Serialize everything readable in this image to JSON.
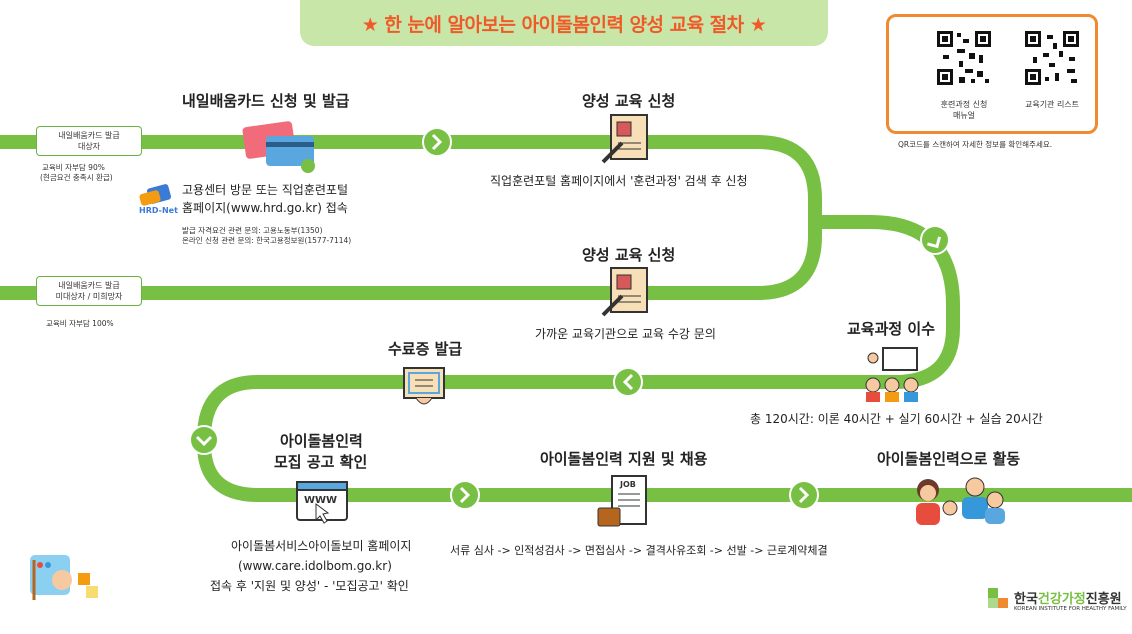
{
  "title": "★ 한 눈에 알아보는 아이돌봄인력 양성 교육 절차 ★",
  "colors": {
    "track": "#77c043",
    "accent": "#f05a28",
    "title_bg": "#c8e6a8",
    "qr_border": "#f08a30"
  },
  "entry1": {
    "line1": "내일배움카드 발급",
    "line2": "대상자",
    "note1": "교육비 자부담 90%",
    "note2": "(현금요건 충족시 환급)"
  },
  "entry2": {
    "line1": "내일배움카드 발급",
    "line2": "미대상자 / 미희망자",
    "note1": "교육비 자부담 100%"
  },
  "steps": {
    "card": {
      "title": "내일배움카드 신청 및 발급",
      "desc1": "고용센터 방문 또는 직업훈련포털",
      "desc2": "홈페이지(www.hrd.go.kr) 접속",
      "note1": "발급 자격요건 관련 문의: 고용노동부(1350)",
      "note2": "온라인 신청 관련 문의: 한국고용정보원(1577-7114)",
      "logo": "HRD-Net"
    },
    "apply1": {
      "title": "양성 교육 신청",
      "desc": "직업훈련포털 홈페이지에서 '훈련과정' 검색 후 신청"
    },
    "apply2": {
      "title": "양성 교육 신청",
      "desc": "가까운 교육기관으로 교육 수강 문의"
    },
    "course": {
      "title": "교육과정 이수",
      "desc": "총 120시간: 이론 40시간 + 실기 60시간 + 실습 20시간"
    },
    "cert": {
      "title": "수료증 발급"
    },
    "recruit": {
      "title1": "아이돌봄인력",
      "title2": "모집 공고 확인",
      "desc1": "아이돌봄서비스아이돌보미 홈페이지",
      "desc2": "(www.care.idolbom.go.kr)",
      "desc3": "접속 후 '지원 및 양성' - '모집공고' 확인"
    },
    "hire": {
      "title": "아이돌봄인력 지원 및 채용",
      "desc": "서류 심사 -> 인적성검사 -> 면접심사 -> 결격사유조회 -> 선발 -> 근로계약체결",
      "job": "JOB"
    },
    "active": {
      "title": "아이돌봄인력으로 활동"
    }
  },
  "qr": {
    "label1a": "훈련과정 신청",
    "label1b": "매뉴얼",
    "label2": "교육기관 리스트",
    "note": "QR코드를 스캔하여 자세한 정보를 확인해주세요."
  },
  "org": {
    "name_a": "한국",
    "name_b": "건강가정",
    "name_c": "진흥원",
    "sub": "KOREAN INSTITUTE FOR HEALTHY FAMILY"
  },
  "web_text": "WWW"
}
